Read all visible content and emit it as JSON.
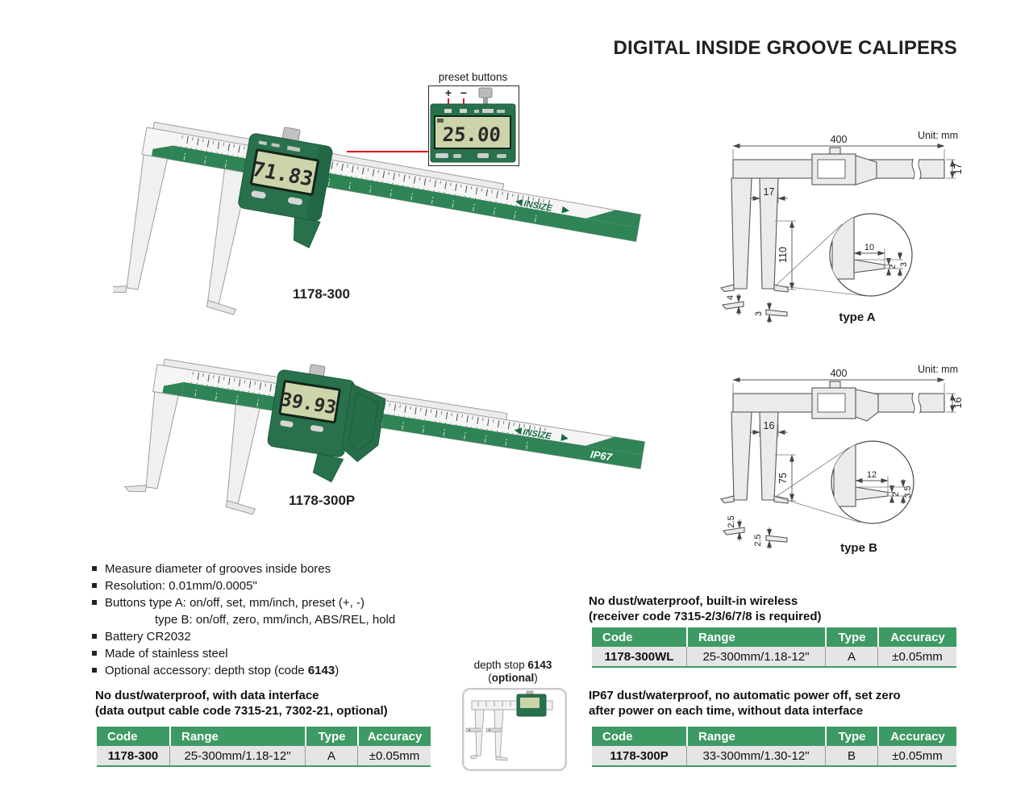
{
  "title": "DIGITAL INSIDE GROOVE CALIPERS",
  "colors": {
    "accent_green": "#3E9A64",
    "caliper_body_green": "#28714C",
    "scale_band_green": "#2F8456",
    "lcd_green": "#CCD5AA",
    "table_row_gray": "#E5E5E5",
    "callout_red": "#E60000"
  },
  "preset_inset": {
    "label": "preset buttons",
    "plus_label": "+",
    "minus_label": "−",
    "lcd_value": "25.00"
  },
  "calipers": [
    {
      "model": "1178-300",
      "lcd_value": "71.83",
      "brand": "INSIZE",
      "badge": ""
    },
    {
      "model": "1178-300P",
      "lcd_value": "39.93",
      "brand": "INSIZE",
      "badge": "IP67"
    }
  ],
  "drawings": [
    {
      "label": "type A",
      "unit_label": "Unit: mm",
      "overall_length": "400",
      "beam_height": "17",
      "jaw_width": "17",
      "jaw_reach": "110",
      "tip_length": "10",
      "tip_thickness": "2",
      "tip_height": "3",
      "left_tip": "4",
      "right_tip": "3"
    },
    {
      "label": "type B",
      "unit_label": "Unit: mm",
      "overall_length": "400",
      "beam_height": "16",
      "jaw_width": "16",
      "jaw_reach": "75",
      "tip_length": "12",
      "tip_thickness": "2",
      "tip_height": "3.5",
      "left_tip": "2.5",
      "right_tip": "2.5"
    }
  ],
  "features": [
    {
      "text": "Measure diameter of grooves inside bores"
    },
    {
      "text": "Resolution: 0.01mm/0.0005\""
    },
    {
      "text": "Buttons type A: on/off, set, mm/inch, preset (+, -)",
      "text2": "type B: on/off, zero, mm/inch, ABS/REL, hold"
    },
    {
      "text": "Battery CR2032"
    },
    {
      "text": "Made of stainless steel"
    },
    {
      "text_prefix": "Optional accessory: depth stop (code ",
      "text_bold": "6143",
      "text_suffix": ")"
    }
  ],
  "depth_stop": {
    "label_prefix": "depth stop ",
    "label_code": "6143",
    "line2_open": "(",
    "line2_bold": "optional",
    "line2_close": ")"
  },
  "tables": [
    {
      "title_line1": "No dust/waterproof, with data interface",
      "title_line2": "(data output cable code 7315-21, 7302-21, optional)",
      "headers": [
        "Code",
        "Range",
        "Type",
        "Accuracy"
      ],
      "rows": [
        [
          "1178-300",
          "25-300mm/1.18-12\"",
          "A",
          "±0.05mm"
        ]
      ]
    },
    {
      "title_line1": "No dust/waterproof, built-in wireless",
      "title_line2": "(receiver code 7315-2/3/6/7/8 is required)",
      "headers": [
        "Code",
        "Range",
        "Type",
        "Accuracy"
      ],
      "rows": [
        [
          "1178-300WL",
          "25-300mm/1.18-12\"",
          "A",
          "±0.05mm"
        ]
      ]
    },
    {
      "title_line1": "IP67 dust/waterproof, no automatic power off, set zero",
      "title_line2": "after power on each time, without data interface",
      "headers": [
        "Code",
        "Range",
        "Type",
        "Accuracy"
      ],
      "rows": [
        [
          "1178-300P",
          "33-300mm/1.30-12\"",
          "B",
          "±0.05mm"
        ]
      ]
    }
  ]
}
